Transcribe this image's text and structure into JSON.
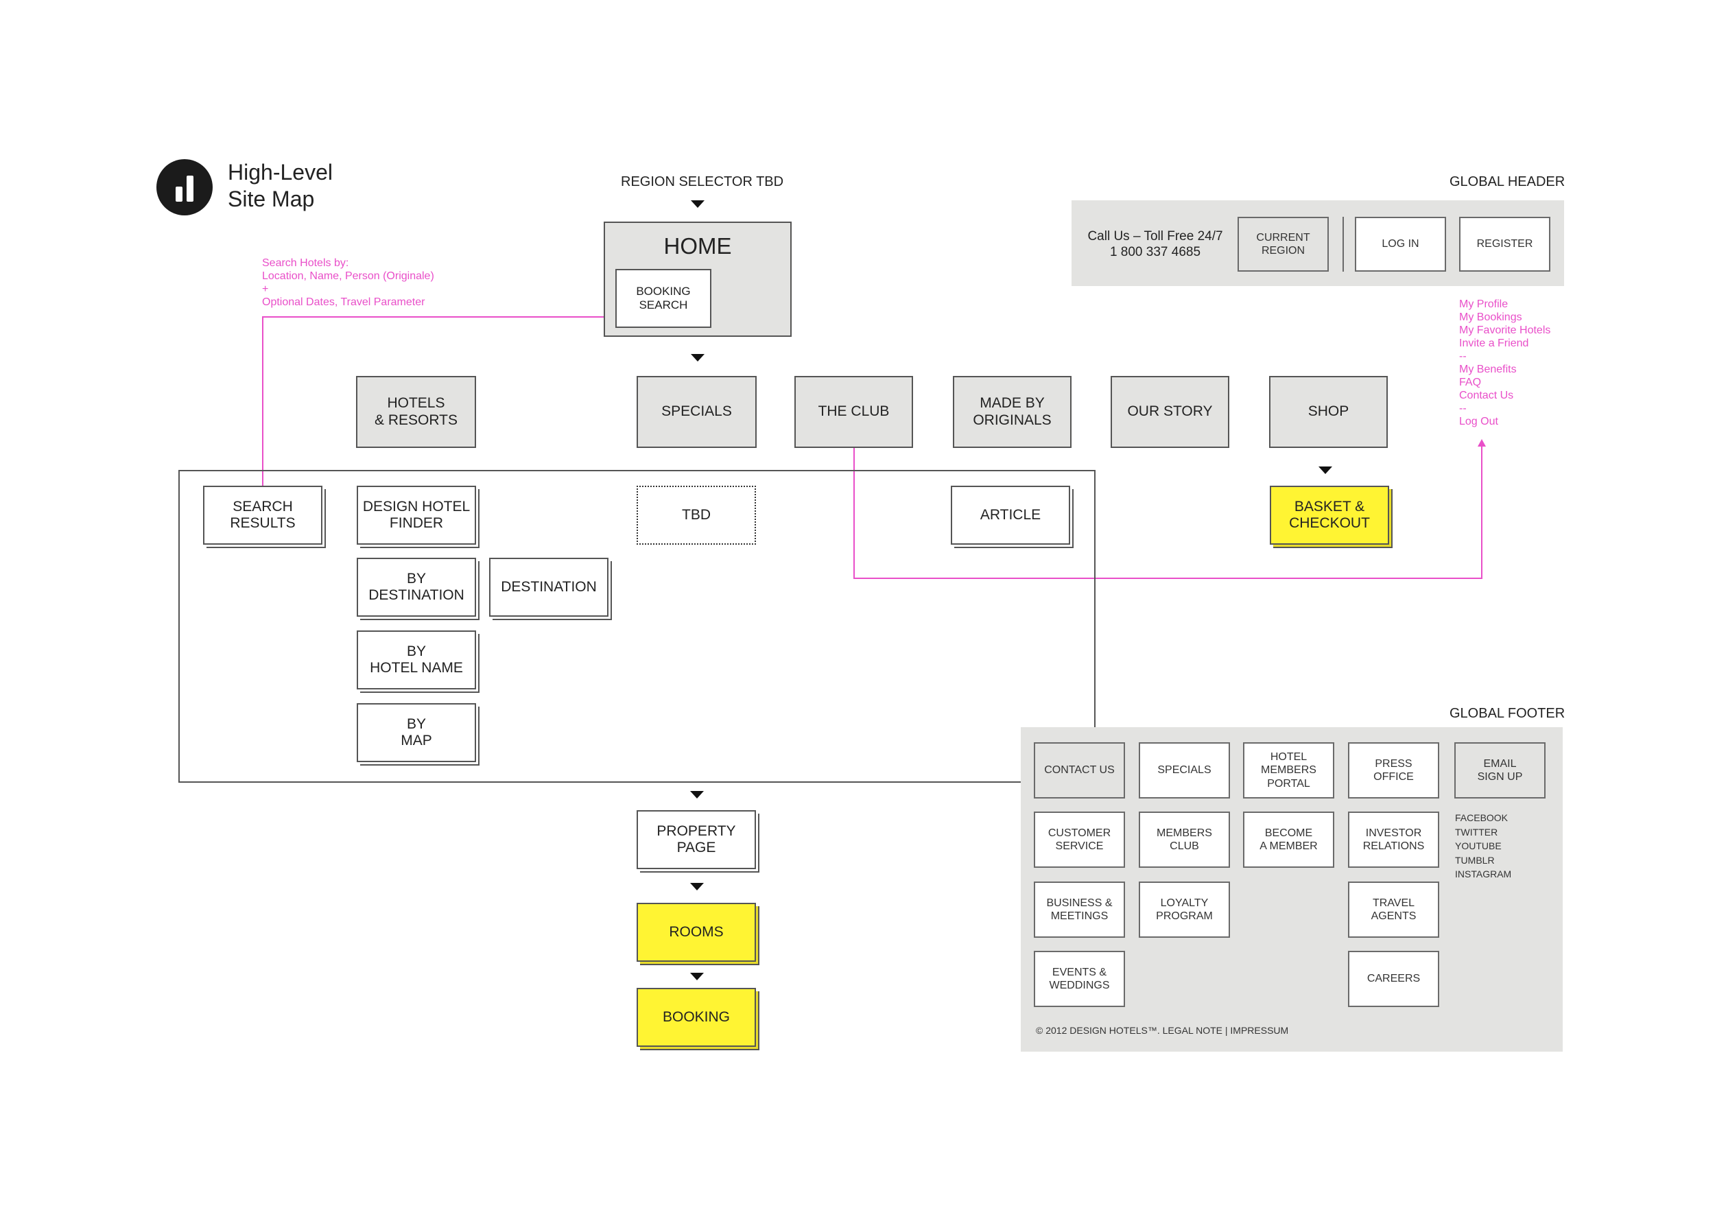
{
  "title": {
    "line1": "High-Level",
    "line2": "Site Map"
  },
  "captions": {
    "region_selector": "REGION SELECTOR TBD",
    "global_header": "GLOBAL HEADER",
    "global_footer": "GLOBAL FOOTER"
  },
  "home": {
    "label": "HOME",
    "booking_search": "BOOKING\nSEARCH"
  },
  "search_note": "Search Hotels by:\nLocation, Name, Person (Originale)\n+\nOptional Dates, Travel Parameter",
  "nav": {
    "hotels": "HOTELS\n& RESORTS",
    "specials": "SPECIALS",
    "club": "THE CLUB",
    "made_by": "MADE BY\nORIGINALS",
    "our_story": "OUR STORY",
    "shop": "SHOP"
  },
  "sub": {
    "search_results": "SEARCH\nRESULTS",
    "finder": "DESIGN HOTEL\nFINDER",
    "by_destination": "BY\nDESTINATION",
    "destination": "DESTINATION",
    "by_hotel_name": "BY\nHOTEL NAME",
    "by_map": "BY\nMAP",
    "tbd": "TBD",
    "article": "ARTICLE",
    "basket": "BASKET &\nCHECKOUT"
  },
  "flow": {
    "property": "PROPERTY\nPAGE",
    "rooms": "ROOMS",
    "booking": "BOOKING"
  },
  "header": {
    "call_line1": "Call Us – Toll Free 24/7",
    "call_line2": "1 800 337 4685",
    "current_region": "CURRENT\nREGION",
    "log_in": "LOG IN",
    "register": "REGISTER"
  },
  "account_menu": "My Profile\nMy Bookings\nMy Favorite Hotels\nInvite a Friend\n--\nMy Benefits\nFAQ\nContact Us\n--\nLog Out",
  "footer": {
    "contact_us": "CONTACT US",
    "specials": "SPECIALS",
    "hotel_members_portal": "HOTEL\nMEMBERS\nPORTAL",
    "press_office": "PRESS\nOFFICE",
    "email_signup": "EMAIL\nSIGN UP",
    "customer_service": "CUSTOMER\nSERVICE",
    "members_club": "MEMBERS\nCLUB",
    "become_member": "BECOME\nA MEMBER",
    "investor_relations": "INVESTOR\nRELATIONS",
    "business_meetings": "BUSINESS &\nMEETINGS",
    "loyalty_program": "LOYALTY\nPROGRAM",
    "travel_agents": "TRAVEL\nAGENTS",
    "events_weddings": "EVENTS &\nWEDDINGS",
    "careers": "CAREERS",
    "social": [
      "FACEBOOK",
      "TWITTER",
      "YOUTUBE",
      "TUMBLR",
      "INSTAGRAM"
    ],
    "copyright": "© 2012 DESIGN HOTELS™.  LEGAL NOTE | IMPRESSUM"
  },
  "colors": {
    "grey_fill": "#e3e3e1",
    "highlight_yellow": "#fff433",
    "annotation_pink": "#e94fc9"
  }
}
